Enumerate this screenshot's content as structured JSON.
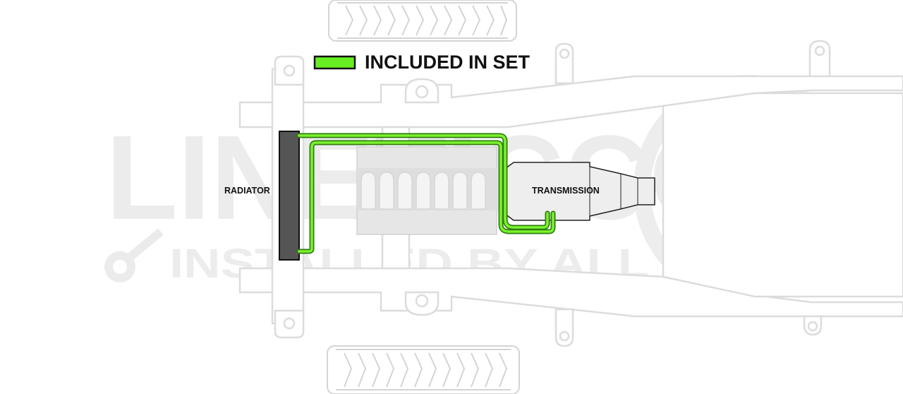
{
  "legend": {
    "label": "INCLUDED IN SET",
    "swatch_color": "#66ee22",
    "swatch_border": "#111111"
  },
  "labels": {
    "radiator": "RADIATOR",
    "transmission": "TRANSMISSION"
  },
  "watermark": {
    "brand": "LINETICCO",
    "tagline": "INSTALLED BY ALL"
  },
  "colors": {
    "line_outer": "#2e7d12",
    "line_inner": "#7cf22c",
    "frame_stroke": "#dcdcdc",
    "radiator_fill": "#555555",
    "engine_fill": "#e6e6e6",
    "transmission_fill": "#eeeeee"
  }
}
